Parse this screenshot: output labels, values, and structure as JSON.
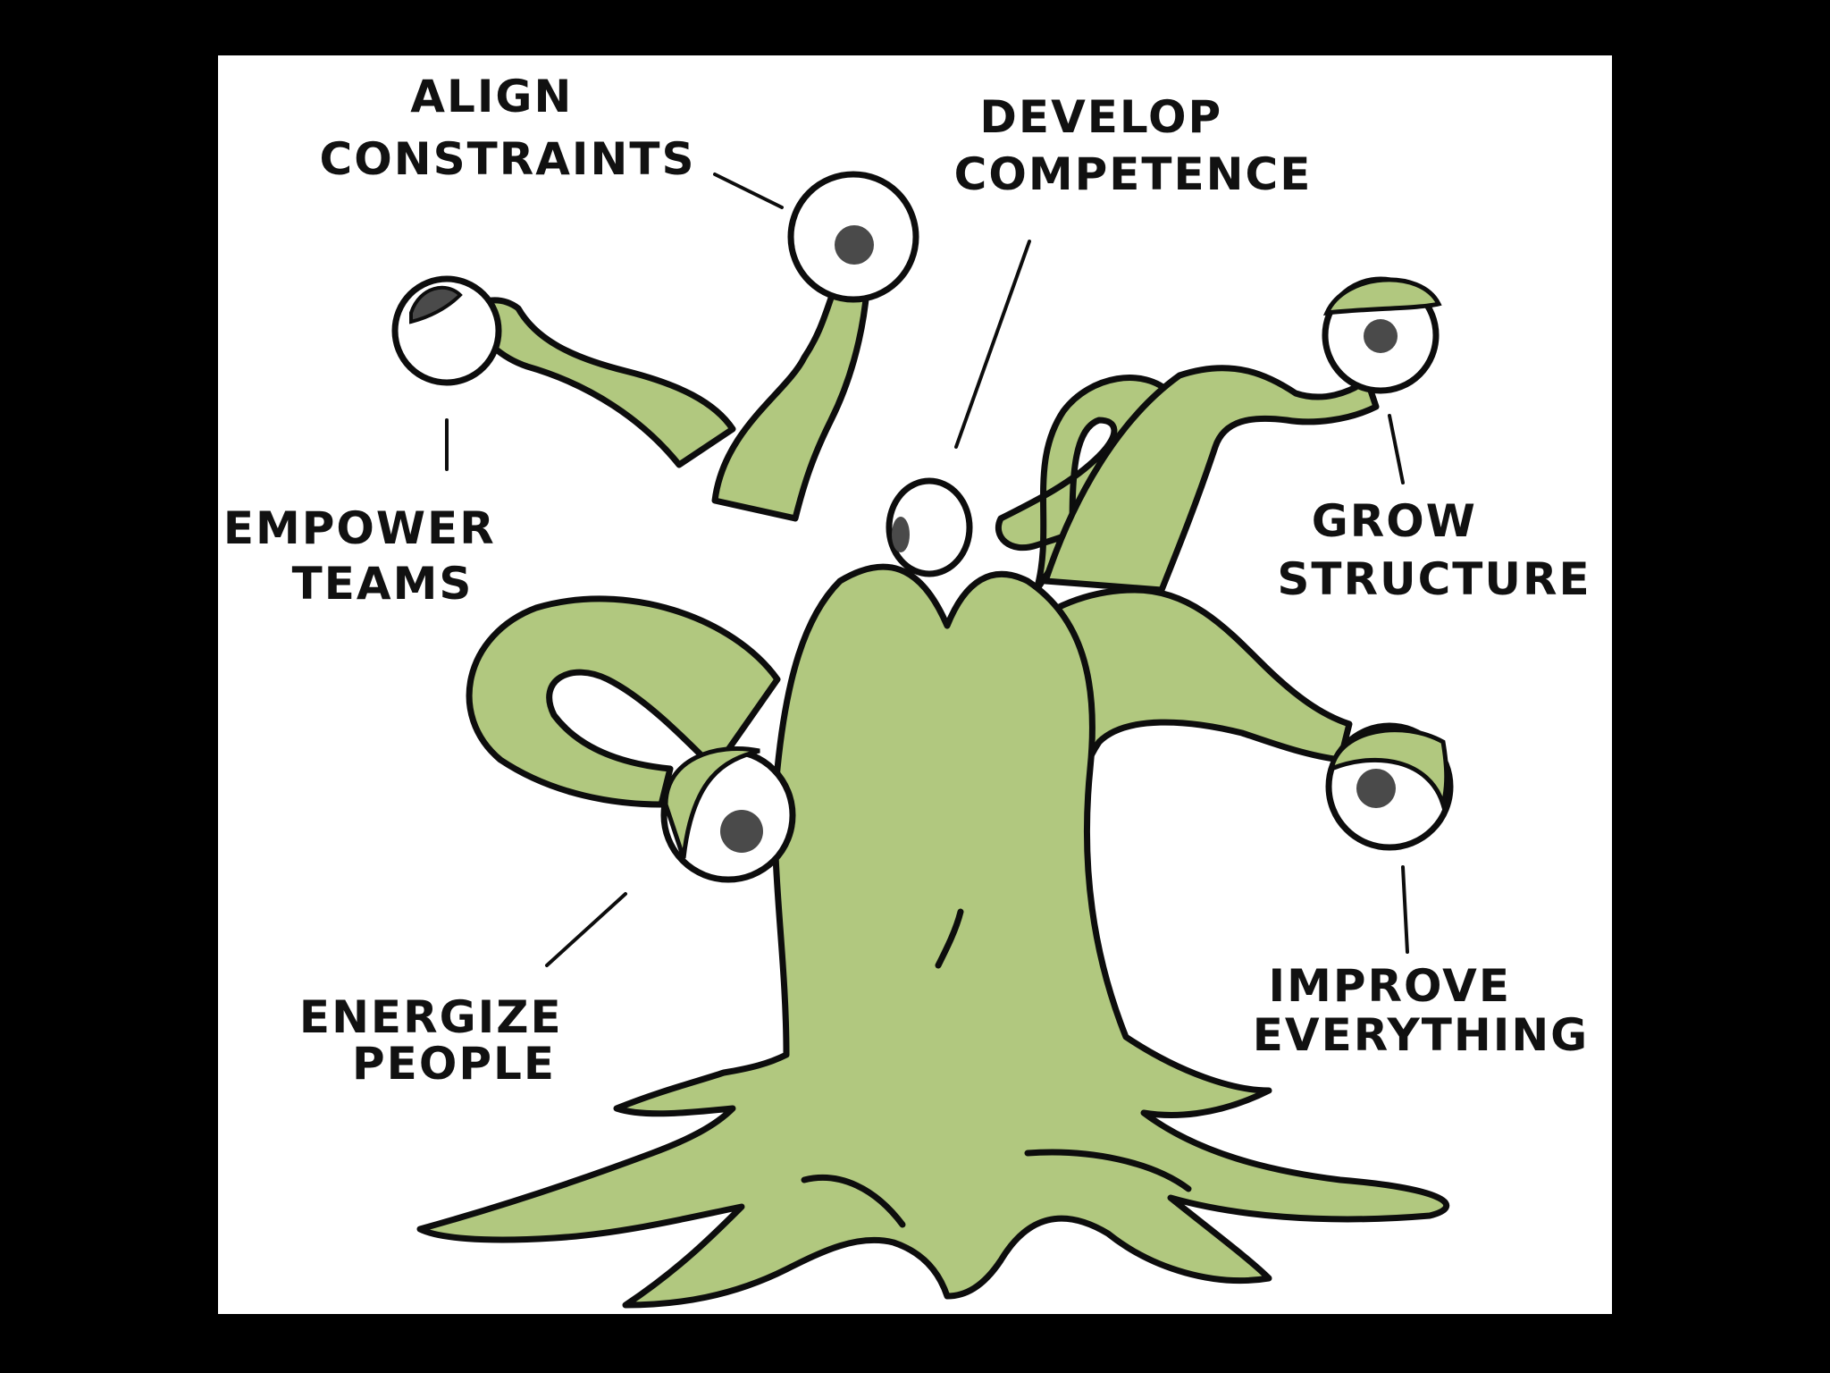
{
  "colors": {
    "background": "#000000",
    "panel": "#ffffff",
    "tree_fill": "#b1c87f",
    "outline": "#0d0d0d",
    "eye_white": "#ffffff",
    "pupil": "#4a4a4a"
  },
  "labels": {
    "align_constraints": [
      "ALIGN",
      "CONSTRAINTS"
    ],
    "develop_competence": [
      "DEVELOP",
      "COMPETENCE"
    ],
    "empower_teams": [
      "EMPOWER",
      "TEAMS"
    ],
    "grow_structure": [
      "GROW",
      "STRUCTURE"
    ],
    "energize_people": [
      "ENERGIZE",
      "PEOPLE"
    ],
    "improve_everything": [
      "IMPROVE",
      "EVERYTHING"
    ]
  },
  "icons": {
    "tree": "eyed-tree-icon",
    "eye": "eye-icon"
  }
}
